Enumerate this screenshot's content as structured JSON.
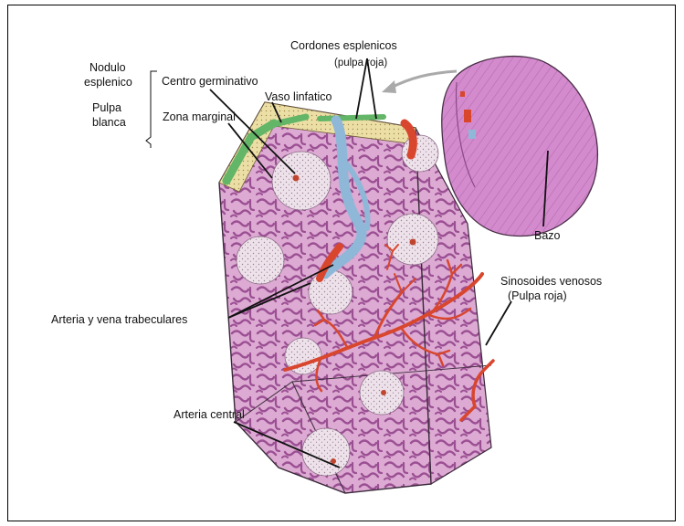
{
  "labels": {
    "nodulo_1": "Nodulo",
    "nodulo_2": "esplenico",
    "pulpa_blanca_1": "Pulpa",
    "pulpa_blanca_2": "blanca",
    "centro_germinativo": "Centro germinativo",
    "vaso_linfatico": "Vaso linfatico",
    "zona_marginal": "Zona marginal",
    "cordones_1": "Cordones esplenicos",
    "cordones_2": "(pulpa roja)",
    "bazo": "Bazo",
    "sinusoides_1": "Sinosoides  venosos",
    "sinusoides_2": "(Pulpa roja)",
    "arteria_vena": "Arteria y vena trabeculares",
    "arteria_central": "Arteria central"
  },
  "colors": {
    "tissue": "#d9a3cf",
    "cords": "#9b4f93",
    "capsule": "#ece0a8",
    "follicle": "#ece2e8",
    "artery": "#d8462e",
    "vein": "#9ec3e0",
    "lymph": "#67b86b",
    "spleen": "#d68ed0"
  }
}
